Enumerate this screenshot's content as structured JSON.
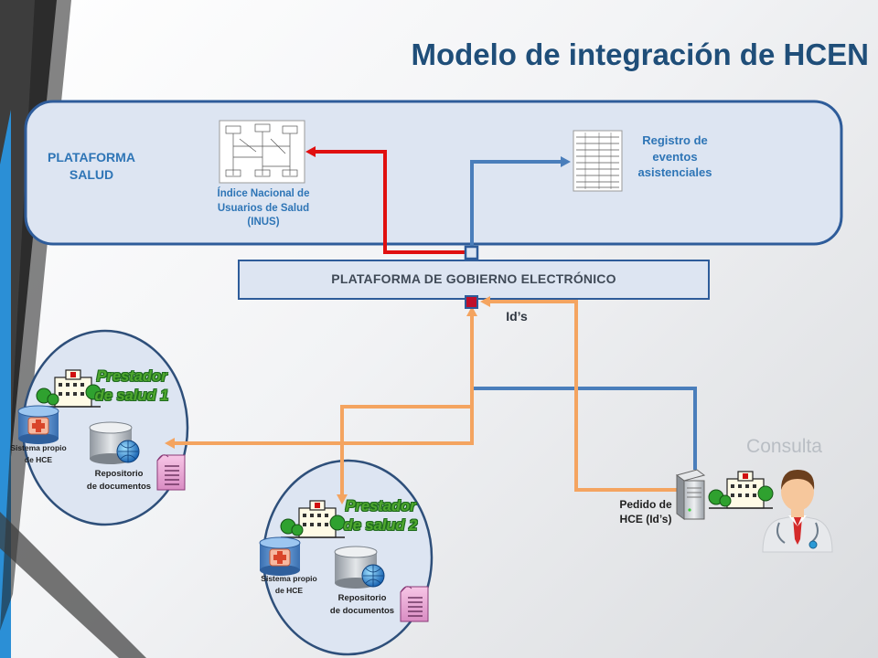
{
  "title": "Modelo de integración de HCEN",
  "plataforma_salud": {
    "line1": "PLATAFORMA",
    "line2": "SALUD"
  },
  "inus": {
    "icon": "inus-diagram-thumbnail",
    "line1": "Índice Nacional de",
    "line2": "Usuarios de Salud",
    "line3": "(INUS)"
  },
  "registro": {
    "icon": "event-registry-table-thumbnail",
    "line1": "Registro de",
    "line2": "eventos",
    "line3": "asistenciales"
  },
  "gobierno": {
    "label": "PLATAFORMA DE GOBIERNO ELECTRÓNICO"
  },
  "ids_label": "Id’s",
  "consulta": {
    "label": "Consulta",
    "pedido_line1": "Pedido de",
    "pedido_line2": "HCE (Id’s)"
  },
  "prestador1": {
    "line1": "Prestador",
    "line2": "de salud 1",
    "sistema_line1": "Sistema propio",
    "sistema_line2": "de HCE",
    "repo_line1": "Repositorio",
    "repo_line2": "de documentos"
  },
  "prestador2": {
    "line1": "Prestador",
    "line2": "de salud 2",
    "sistema_line1": "Sistema propio",
    "sistema_line2": "de HCE",
    "repo_line1": "Repositorio",
    "repo_line2": "de documentos"
  },
  "colors": {
    "title": "#1f4e79",
    "label_blue": "#2e75b6",
    "flow_red": "#e01010",
    "flow_blue": "#4a7ebb",
    "flow_orange": "#f4a460",
    "panel_fill": "#dde5f2",
    "panel_border": "#2e5c9a",
    "prestador_green": "#4ea72e",
    "accent_stripe": "#2b8fd6"
  },
  "icons": [
    "hospital-icon",
    "database-icon",
    "document-icon",
    "server-icon",
    "doctor-icon"
  ]
}
